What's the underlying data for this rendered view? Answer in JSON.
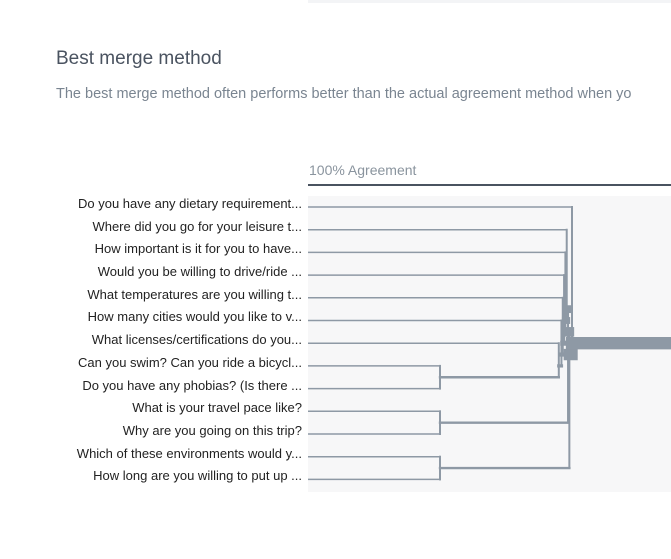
{
  "section": {
    "title": "Best merge method",
    "description": "The best merge method often performs better than the actual agreement method when yo"
  },
  "chart_data": {
    "type": "dendrogram",
    "axis_label": "100% Agreement",
    "leaves": [
      "Do you have any dietary requirement...",
      "Where did you go for your leisure t...",
      "How important is it for you to have...",
      "Would you be willing to drive/ride ...",
      "What temperatures are you willing t...",
      "How many cities would you like to v...",
      "What licenses/certifications do you...",
      "Can you swim? Can you ride a bicycl...",
      "Do you have any phobias? (Is there ...",
      "What is your travel pace like?",
      "Why are you going on this trip?",
      "Which of these environments would y...",
      "How long are you willing to put up ..."
    ],
    "merges": [
      {
        "a": 7,
        "b": 8,
        "level": 0.5
      },
      {
        "a": 9,
        "b": 10,
        "level": 0.5
      },
      {
        "a": 11,
        "b": 12,
        "level": 0.5
      },
      {
        "a": 6,
        "b": 13,
        "level": 0.95
      },
      {
        "a": 5,
        "b": 16,
        "level": 0.96
      },
      {
        "a": 4,
        "b": 17,
        "level": 0.965
      },
      {
        "a": 3,
        "b": 18,
        "level": 0.97
      },
      {
        "a": 2,
        "b": 19,
        "level": 0.975
      },
      {
        "a": 1,
        "b": 20,
        "level": 0.98
      },
      {
        "a": 21,
        "b": 14,
        "level": 0.985
      },
      {
        "a": 22,
        "b": 15,
        "level": 0.99
      },
      {
        "a": 0,
        "b": 23,
        "level": 1.0
      }
    ],
    "colors": {
      "line": "#8e99a5",
      "background": "#f7f7f8",
      "axis": "#4a5360"
    }
  }
}
